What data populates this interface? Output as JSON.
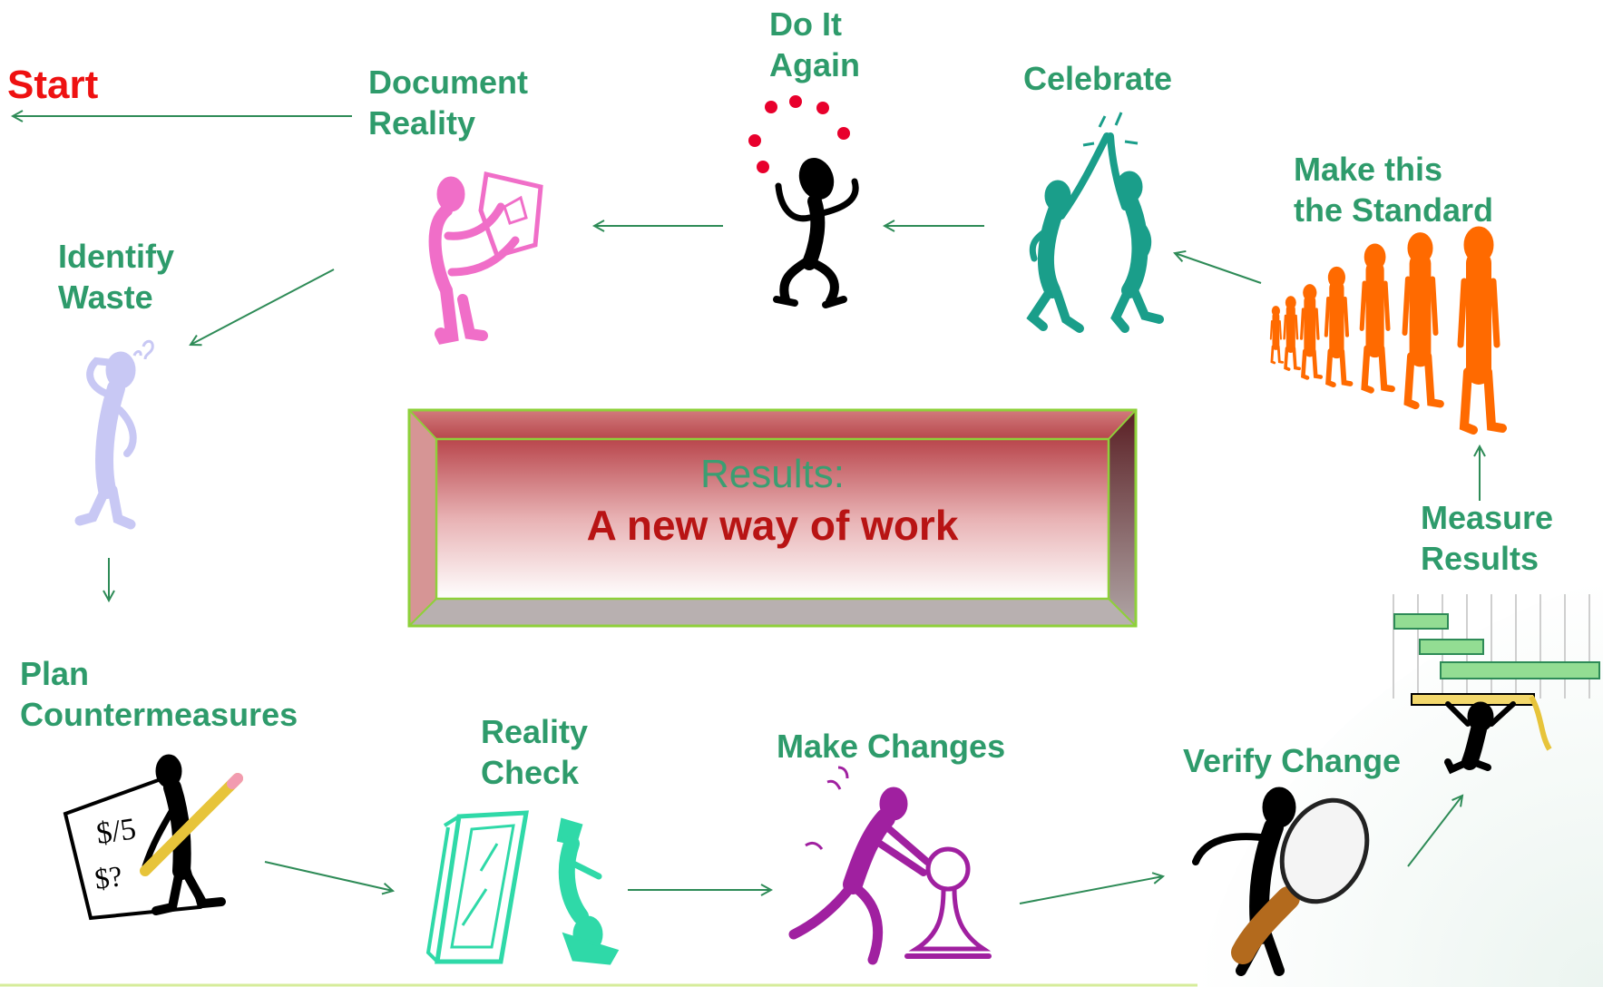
{
  "start": "Start",
  "steps": {
    "document_reality": [
      "Document",
      "Reality"
    ],
    "do_it_again": [
      "Do It",
      "Again"
    ],
    "celebrate": [
      "Celebrate"
    ],
    "make_standard": [
      "Make this",
      "the Standard"
    ],
    "identify_waste": [
      "Identify",
      "Waste"
    ],
    "plan_countermeasures": [
      "Plan",
      "Countermeasures"
    ],
    "reality_check": [
      "Reality",
      "Check"
    ],
    "make_changes": [
      "Make Changes"
    ],
    "verify_change": [
      "Verify Change"
    ],
    "measure_results": [
      "Measure",
      "Results"
    ]
  },
  "results": {
    "line1": "Results:",
    "line2": "A new way of work"
  },
  "colors": {
    "label_green": "#2e9b6b",
    "start_red": "#ee1111",
    "arrow_green": "#2e8b57",
    "pink_figure": "#f06ec8",
    "teal_figure": "#1a9e8a",
    "orange_figure": "#ff6a00",
    "lavender_figure": "#c8c8f4",
    "purple_figure": "#a020a0",
    "mint_figure": "#2fd9a8",
    "juggle_red": "#e8002c"
  },
  "icons": [
    "pink-sign-figure-icon",
    "juggler-icon",
    "high-five-icon",
    "orange-figures-row-icon",
    "thinking-figure-icon",
    "planning-figure-icon",
    "mirror-figure-icon",
    "pushing-figure-icon",
    "magnifier-figure-icon",
    "gantt-lifter-icon"
  ]
}
